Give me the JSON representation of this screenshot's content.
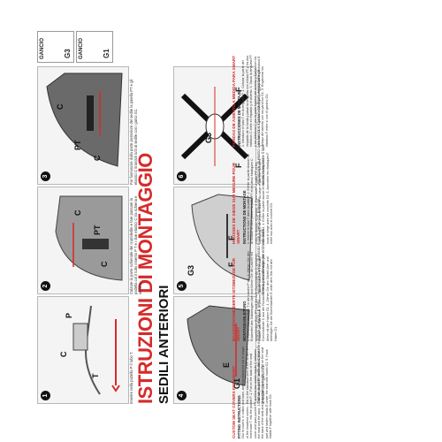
{
  "title": "ISTRUZIONI DI MONTAGGIO",
  "subtitle": "SEDILI ANTERIORI",
  "hooks": [
    {
      "label": "GANCIO",
      "code": "G1"
    },
    {
      "label": "GANCIO",
      "code": "G3"
    }
  ],
  "panels": [
    {
      "number": "1",
      "labels": [
        "P",
        "T",
        "C"
      ],
      "caption": "Inserire nella pattella P il tubo T."
    },
    {
      "number": "2",
      "labels": [
        "PT",
        "C",
        "C"
      ],
      "caption": "Calzare la parte schienale del copridedile e fare passare la pattella col il tubo inserito P T e i due elastici C tra schiena e seduta."
    },
    {
      "number": "3",
      "labels": [
        "PT",
        "C",
        "C"
      ],
      "caption": "Far fuoriuscire dalla parte posteriore del sedile la patella PT e gli elastici C tirandoli tutti al sedile con i ganci G1."
    },
    {
      "number": "4",
      "labels": [
        "G1",
        "E"
      ],
      "caption": "Calzare la parte sedili del sopraselle e fissare gli elastici E sotto al sedile con i ganci G1."
    },
    {
      "number": "5",
      "labels": [
        "G3",
        "F",
        "F"
      ],
      "caption": "Agganciare tra loro gli elastici F con il gancio G3. Eseguire l'intero procedimento per entrambi sedili."
    },
    {
      "number": "6",
      "labels": [
        "G3",
        "F",
        "F"
      ],
      "caption": "Agganciare gli elastici L tra loro con il gancio G3 (fig.6). Agganciare gli elastici L tra loro e il lato."
    }
  ],
  "columns": [
    {
      "heading": "CUSTOM SEAT COVERS FOR SMART",
      "sub": "FITTING INSTRUCTIONS",
      "text": "Our fit covers, in cotton and foam, are manufactured out of shape of the headrest covers - this is the standard form of the Smart. 1. Insert tube T into the pocket P. 2. Put on the back of the seat cover and pass pocket PT and the two elastic bands C between the seat and the back. 3. Pull out pocket PT and elastic C from the back of the seat and fasten with hooks G1. 4. Put on the seat part and fasten elastic E under the seat with hooks G1. 5. Hook elastic F together with hook G3."
    },
    {
      "heading": "MASSGESCHNEIDERTE SITZBEZÜGE FÜR SMART",
      "sub": "MONTAGEANLEITUNG",
      "text": "1. Führen Sie das Rohr T in die Lasche P ein. 2. Ziehen Sie den Rückenteil des Sitzbezuges über und führen Sie die Lasche mit eingeführtem Rohr PT und die zwei Gummibänder C zwischen Rücken und Sitz durch. 3. Ziehen Sie die Lasche PT und die Gummibänder C aus der Rückseite heraus und befestigen Sie diese mit den Haken G1. 4. Ziehen Sie den Sitzteil über und befestigen Sie die Gummibänder E unter dem Sitz mit den Haken G1."
    },
    {
      "heading": "HOUSSES DE SIEGE SUR MESURE POUR SMART",
      "sub": "INSTRUCTIONS DE MONTAGE",
      "text": "1. Insérer le tube T dans la patte P. 2. Enfiler la partie dossier de la housse et faire passer la patte PT et les deux élastiques C entre le dossier et l'assise. 3. Faire sortir la patte PT et les élastiques C de la partie arrière du siège et les fixer avec les crochets G1. 4. Enfiler la partie assise et fixer les élastiques E sous le siège avec les crochets G1. 5. Accrocher les élastiques F entre eux avec le crochet G3."
    },
    {
      "heading": "FUNDAS DE ASIENTO A MEDIDA PARA SMART",
      "sub": "INSTRUCCIONES DE MONTAJE",
      "text": "1. Introducir el tubo T en la lengüeta P. 2. Colocar la parte del respaldo de la funda y pasar la lengüeta con el tubo PT y los dos elásticos C entre el respaldo y el asiento. 3. Sacar la lengüeta PT y los elásticos C por la parte trasera del asiento y fijarlos con los ganchos G1. 4. Colocar la parte del asiento y fijar los elásticos E debajo del asiento con los ganchos G1. 5. Enganchar los elásticos F entre sí con el gancho G3."
    }
  ],
  "colors": {
    "accent": "#d62a2a",
    "text": "#222222",
    "panel": "#f4f4f4"
  }
}
